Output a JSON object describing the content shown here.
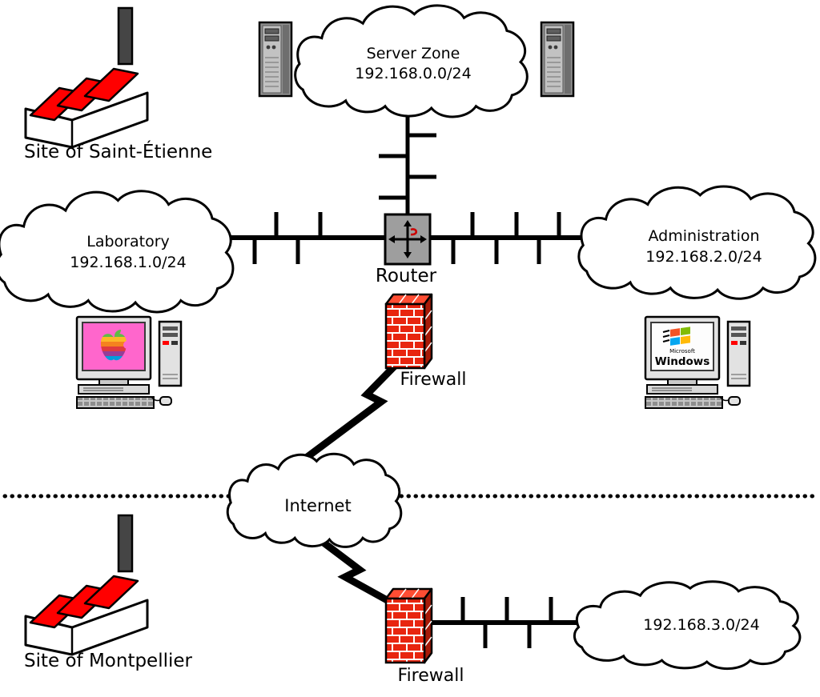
{
  "sites": {
    "top": {
      "label": "Site of Saint-Étienne"
    },
    "bottom": {
      "label": "Site of Montpellier"
    }
  },
  "clouds": {
    "server_zone": {
      "name": "Server Zone",
      "subnet": "192.168.0.0/24"
    },
    "laboratory": {
      "name": "Laboratory",
      "subnet": "192.168.1.0/24"
    },
    "administration": {
      "name": "Administration",
      "subnet": "192.168.2.0/24"
    },
    "internet": {
      "name": "Internet"
    },
    "montpellier_lan": {
      "subnet": "192.168.3.0/24"
    }
  },
  "nodes": {
    "router": {
      "label": "Router"
    },
    "firewall_top": {
      "label": "Firewall"
    },
    "firewall_bottom": {
      "label": "Firewall"
    }
  },
  "computers": {
    "windows": {
      "brand": "Microsoft",
      "product": "Windows"
    }
  },
  "colors": {
    "factory_red": "#ff0000",
    "chimney_gray": "#454545",
    "router_gray": "#9e9e9e",
    "tower_gray": "#8f8f8f",
    "brick_red": "#e8250f",
    "brick_top_red": "#ff4d33",
    "brick_side_red": "#a81a08",
    "screen_pink": "#ff66cc",
    "win_red": "#f35325",
    "win_green": "#81bc06",
    "win_blue": "#05a6f0",
    "win_yellow": "#ffba08",
    "apple_green": "#61bb46",
    "apple_yellow": "#fdb827",
    "apple_orange": "#f5821f",
    "apple_red": "#e03a3e",
    "apple_purple": "#963d97",
    "apple_blue": "#009ddc"
  },
  "icons": {
    "factory-icon": "red sawtooth factory with chimney",
    "server-tower-icon": "gray server tower",
    "router-icon": "gray box with crossing black arrows and red hook",
    "firewall-icon": "red brick wall block",
    "cloud-icon": "scalloped network cloud",
    "lightning-link-icon": "black lightning bolt WAN link",
    "apple-computer-icon": "desktop computer, rainbow apple on pink screen",
    "windows-computer-icon": "desktop computer, Windows logo on white screen"
  }
}
